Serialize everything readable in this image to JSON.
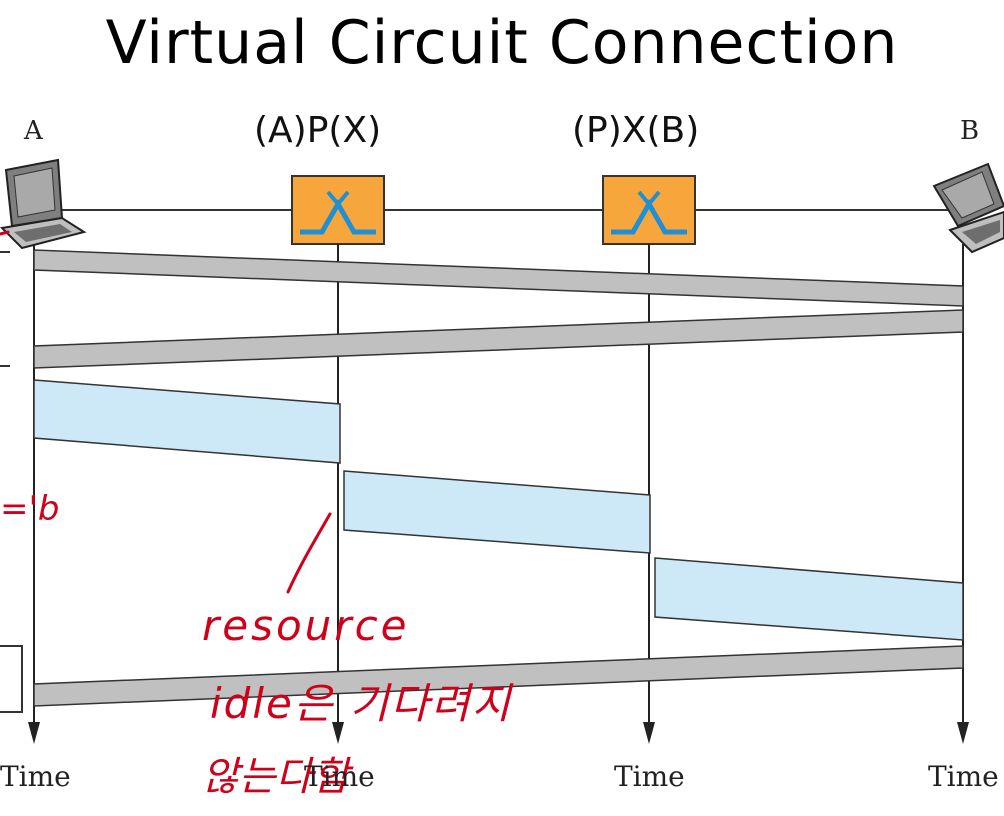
{
  "title": "Virtual Circuit Connection",
  "nodes": {
    "left": "A",
    "right": "B"
  },
  "switches": {
    "first": "(A)P(X)",
    "second": "(P)X(B)"
  },
  "time_label": "Time",
  "annotations": {
    "fragment": "='b",
    "line1": "resource",
    "line2": "idle은 기다려지",
    "line3": "않는다함"
  },
  "colors": {
    "setup_band": "#c0c0c0",
    "data_band": "#cde9f7",
    "switch_fill": "#f7a63c",
    "switch_symbol": "#1f8fd6",
    "ink": "#d0001a"
  }
}
